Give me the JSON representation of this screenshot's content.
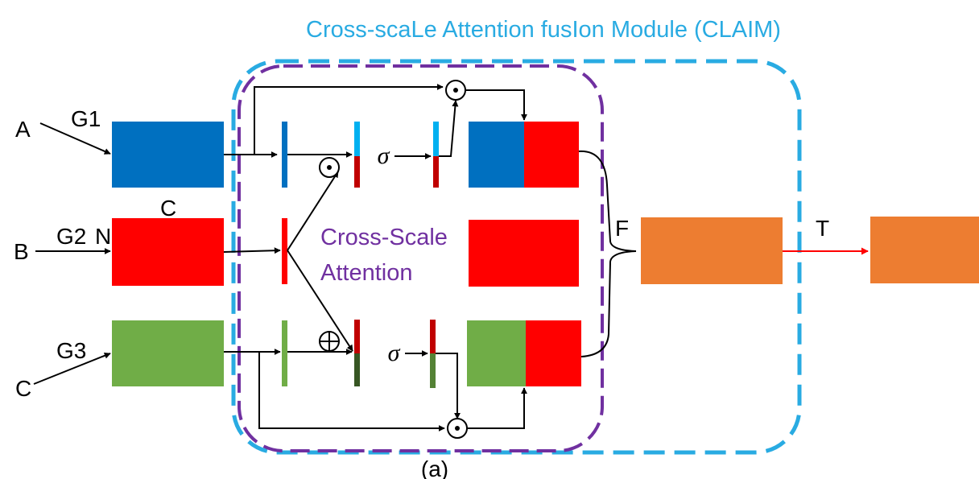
{
  "title": "Cross-scaLe Attention fusIon Module (CLAIM)",
  "attention_label_line1": "Cross-Scale",
  "attention_label_line2": "Attention",
  "caption": "(a)",
  "inputs": [
    "A",
    "B",
    "C"
  ],
  "groups": [
    "G1",
    "G2",
    "G3"
  ],
  "dim_labels": {
    "c": "C",
    "n": "N"
  },
  "fusion_label": "F",
  "transform_label": "T",
  "sigma": "σ",
  "colors": {
    "module_border": "#29abe2",
    "attention_border": "#7030a0",
    "blue": "#0070c0",
    "red": "#ff0000",
    "green": "#70ad47",
    "orange": "#ed7d31",
    "light_blue": "#00b0f0",
    "dark_red": "#c00000",
    "dark_green": "#375623",
    "mid_green": "#548235"
  }
}
